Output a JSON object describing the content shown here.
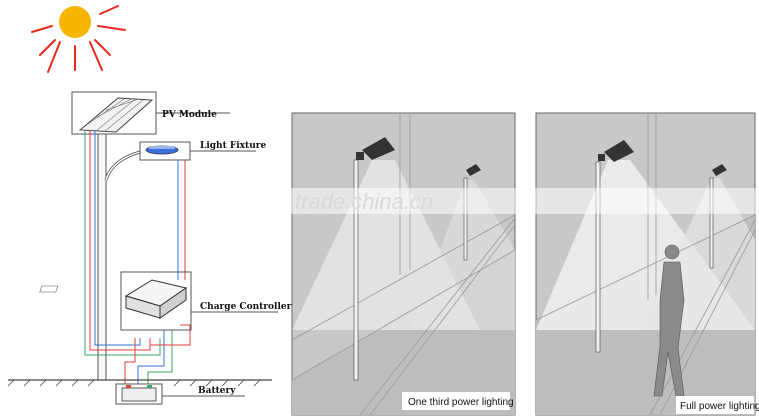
{
  "diagram": {
    "labels": {
      "pv_module": "PV Module",
      "light_fixture": "Light Fixture",
      "charge_controller": "Charge Controller",
      "battery": "Battery"
    },
    "scenes": {
      "one_third": {
        "caption": "One third power lighting"
      },
      "full": {
        "caption": "Full power lighting"
      }
    },
    "watermark": "trade.china.cn",
    "colors": {
      "sun_body": "#f7b500",
      "sun_rays": "#e8291c",
      "wire_red": "#e0403a",
      "wire_green": "#3aa86a",
      "wire_blue": "#3a6ee0",
      "scene_bg": "#c8c8c8",
      "beam": "#e9e9e9"
    }
  }
}
